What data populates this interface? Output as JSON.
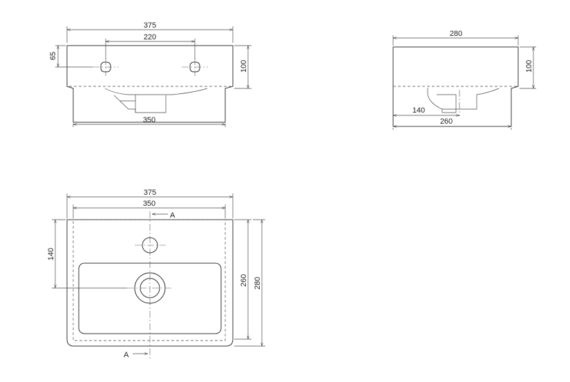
{
  "front_view": {
    "width_overall": "375",
    "tap_hole_spacing": "220",
    "hole_height": "65",
    "height": "100",
    "width_bottom": "350"
  },
  "side_view": {
    "depth_overall": "280",
    "height": "100",
    "drain_offset": "140",
    "depth_inner": "260"
  },
  "top_view": {
    "width_overall": "375",
    "width_inner": "350",
    "tap_offset": "140",
    "depth_inner": "260",
    "depth_overall": "280",
    "section_label_top": "A",
    "section_label_bottom": "A"
  },
  "colors": {
    "line": "#333333",
    "background": "#ffffff"
  }
}
